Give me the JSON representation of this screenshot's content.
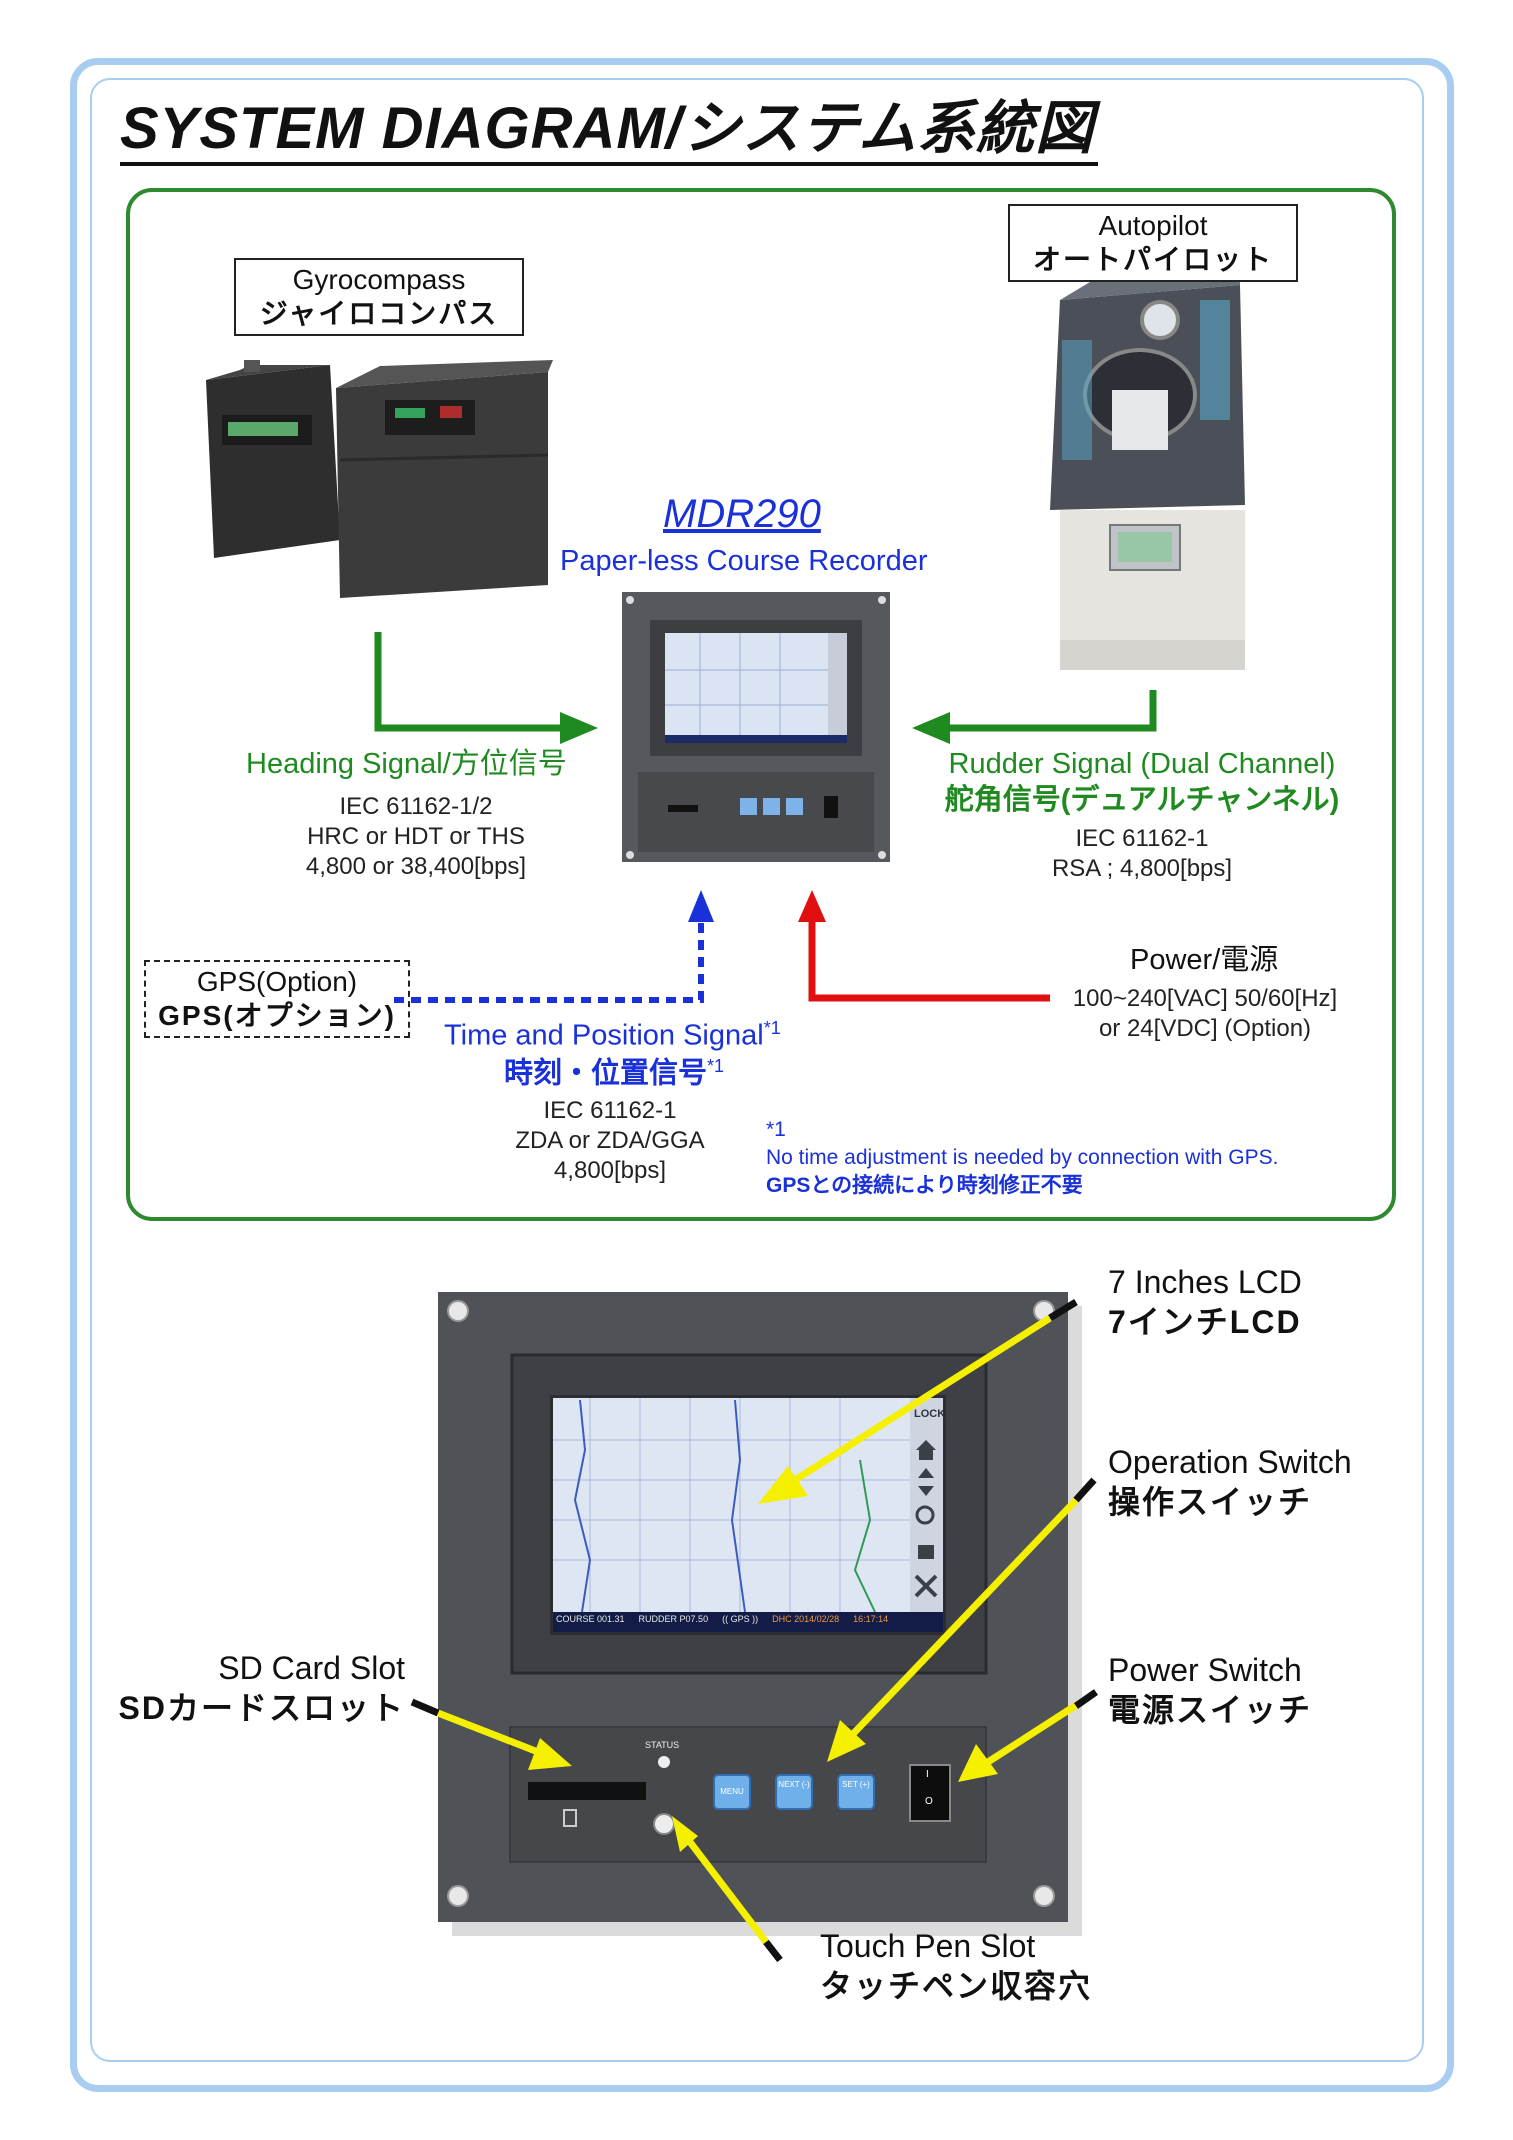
{
  "title": "SYSTEM DIAGRAM/システム系統図",
  "devices": {
    "gyrocompass": {
      "en": "Gyrocompass",
      "jp": "ジャイロコンパス"
    },
    "autopilot": {
      "en": "Autopilot",
      "jp": "オートパイロット"
    },
    "gps": {
      "en": "GPS(Option)",
      "jp": "GPS(オプション)"
    }
  },
  "recorder": {
    "model": "MDR290",
    "subtitle": "Paper-less Course Recorder"
  },
  "signals": {
    "heading": {
      "label": "Heading Signal/方位信号",
      "lines": [
        "IEC 61162-1/2",
        "HRC or HDT or THS",
        "4,800 or 38,400[bps]"
      ]
    },
    "rudder": {
      "label_en": "Rudder Signal (Dual Channel)",
      "label_jp": "舵角信号(デュアルチャンネル)",
      "lines": [
        "IEC 61162-1",
        "RSA ; 4,800[bps]"
      ]
    },
    "time_position": {
      "label_en": "Time and Position Signal",
      "label_jp": "時刻・位置信号",
      "sup": "*1",
      "lines": [
        "IEC 61162-1",
        "ZDA or ZDA/GGA",
        "4,800[bps]"
      ]
    },
    "power": {
      "label": "Power/電源",
      "lines": [
        "100~240[VAC] 50/60[Hz]",
        "or 24[VDC] (Option)"
      ]
    }
  },
  "footnote": {
    "mark": "*1",
    "en": "No time adjustment is needed by connection with GPS.",
    "jp": "GPSとの接続により時刻修正不要"
  },
  "panel": {
    "screen": {
      "lock": "LOCK",
      "status_bar": [
        "COURSE 001.31",
        "RUDDER P07.50",
        "(( GPS ))",
        "DHC 2014/02/28",
        "16:17:14"
      ]
    },
    "status_label": "STATUS",
    "buttons": [
      "MENU",
      "NEXT (-)",
      "SET (+)"
    ],
    "power_switch_marks": [
      "I",
      "O"
    ]
  },
  "callouts": {
    "lcd": {
      "en": "7 Inches LCD",
      "jp": "7インチLCD"
    },
    "operation": {
      "en": "Operation Switch",
      "jp": "操作スイッチ"
    },
    "power_switch": {
      "en": "Power Switch",
      "jp": "電源スイッチ"
    },
    "sd_slot": {
      "en": "SD Card Slot",
      "jp": "SDカードスロット"
    },
    "touch_pen": {
      "en": "Touch Pen Slot",
      "jp": "タッチペン収容穴"
    }
  },
  "colors": {
    "heading_arrow": "#1f8a1f",
    "gps_arrow": "#1a30d8",
    "power_arrow": "#e01010",
    "callout_arrow": "#f5f000",
    "frame": "#a9cdf0"
  }
}
